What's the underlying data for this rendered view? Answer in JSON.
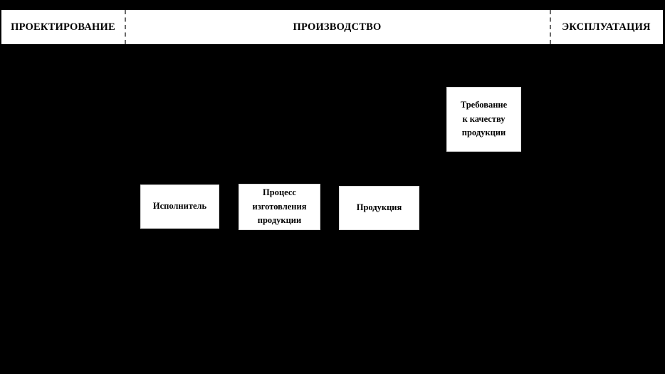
{
  "diagram": {
    "background_color": "#000000",
    "box_fill_color": "#ffffff",
    "text_color": "#000000",
    "divider_color": "#6a6a6a",
    "phases": [
      {
        "id": "design",
        "label": "ПРОЕКТИРОВАНИЕ"
      },
      {
        "id": "production",
        "label": "ПРОИЗВОДСТВО"
      },
      {
        "id": "operation",
        "label": "ЭКСПЛУАТАЦИЯ"
      }
    ],
    "nodes": [
      {
        "id": "requirement",
        "label": "Требование\nк качеству\nпродукции",
        "phase": "operation"
      },
      {
        "id": "performer",
        "label": "Исполнитель",
        "phase": "production"
      },
      {
        "id": "process",
        "label": "Процесс\nизготовления\nпродукции",
        "phase": "production"
      },
      {
        "id": "product",
        "label": "Продукция",
        "phase": "production"
      }
    ]
  }
}
